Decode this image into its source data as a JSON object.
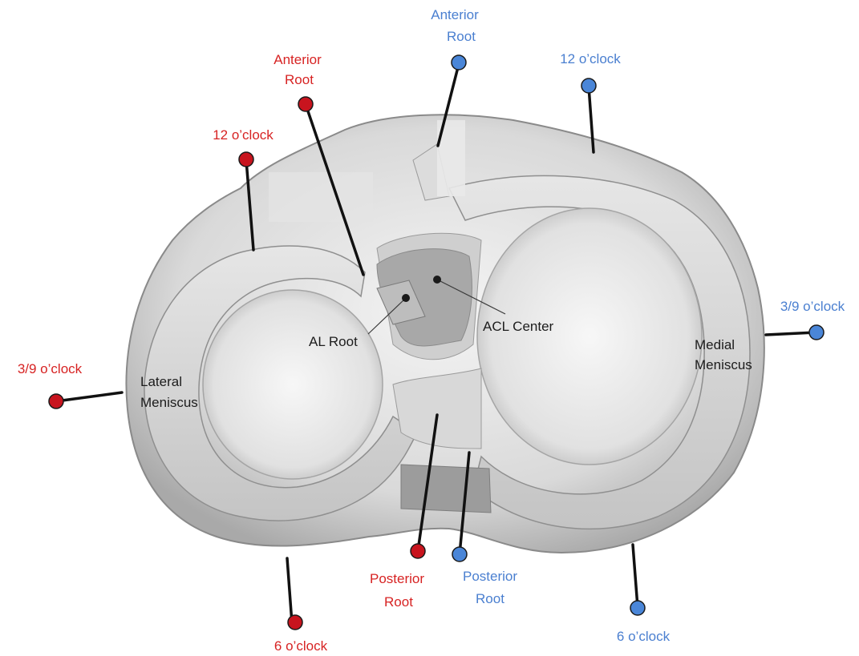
{
  "colors": {
    "lateral_marker": "#c8141e",
    "medial_marker": "#4a86d8",
    "lateral_text": "#d72323",
    "medial_text": "#4a7fd0",
    "anatomy_label": "#1c1c1c"
  },
  "lateral": {
    "anterior_root": [
      "Anterior",
      "Root"
    ],
    "twelve": "12 o’clock",
    "three_nine": "3/9 o’clock",
    "six": "6 o’clock",
    "posterior_root": [
      "Posterior",
      "Root"
    ]
  },
  "medial": {
    "anterior_root": [
      "Anterior",
      "Root"
    ],
    "twelve": "12 o’clock",
    "three_nine": "3/9 o’clock",
    "six": "6 o’clock",
    "posterior_root": [
      "Posterior",
      "Root"
    ]
  },
  "anatomy": {
    "lateral_meniscus": [
      "Lateral",
      "Meniscus"
    ],
    "medial_meniscus": [
      "Medial",
      "Meniscus"
    ],
    "al_root": "AL Root",
    "acl_center": "ACL Center"
  }
}
